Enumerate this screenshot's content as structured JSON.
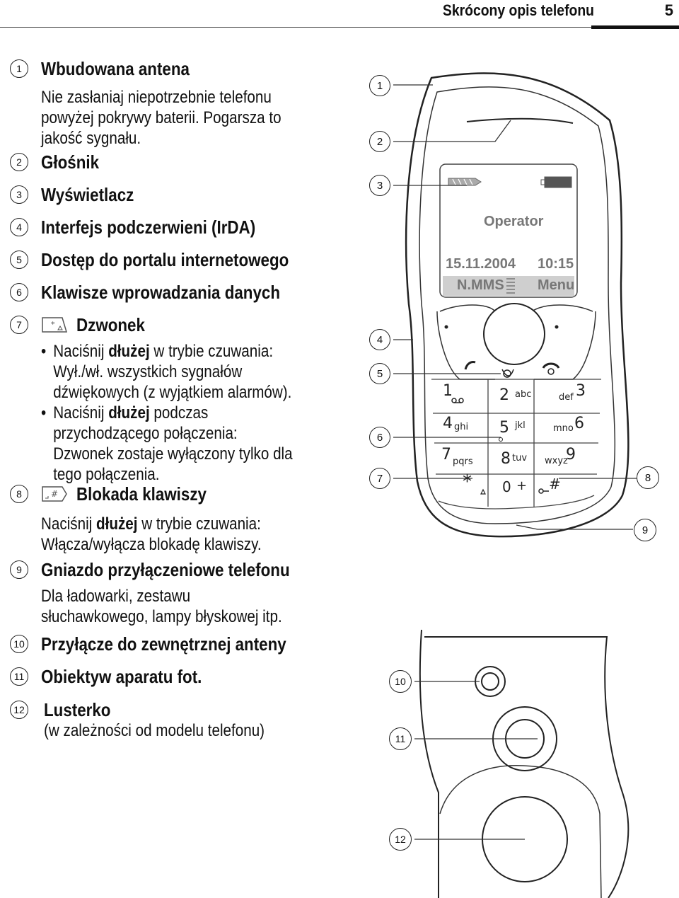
{
  "header": {
    "title": "Skrócony opis telefonu",
    "page_number": "5"
  },
  "items": [
    {
      "num": "1",
      "title": "Wbudowana antena",
      "body": [
        "Nie zasłaniaj niepotrzebnie telefonu",
        "powyżej pokrywy baterii. Pogarsza to",
        "jakość sygnału."
      ]
    },
    {
      "num": "2",
      "title": "Głośnik"
    },
    {
      "num": "3",
      "title": "Wyświetlacz"
    },
    {
      "num": "4",
      "title": "Interfejs podczerwieni (IrDA)"
    },
    {
      "num": "5",
      "title": "Dostęp do portalu internetowego"
    },
    {
      "num": "6",
      "title": "Klawisze wprowadzania danych"
    },
    {
      "num": "7",
      "title": "Dzwonek",
      "icon": "ringer-key-icon",
      "bullets": [
        {
          "lines": [
            {
              "pre": "Naciśnij ",
              "bold": "dłużej",
              "post": " w trybie czuwania:"
            },
            {
              "pre": "Wył./wł. wszystkich sygnałów"
            },
            {
              "pre": "dźwiękowych (z wyjątkiem alarmów)."
            }
          ]
        },
        {
          "lines": [
            {
              "pre": "Naciśnij ",
              "bold": "dłużej",
              "post": " podczas"
            },
            {
              "pre": "przychodzącego połączenia:"
            },
            {
              "pre": "Dzwonek zostaje wyłączony tylko dla"
            },
            {
              "pre": "tego połączenia."
            }
          ]
        }
      ]
    },
    {
      "num": "8",
      "title": "Blokada klawiszy",
      "icon": "hash-key-icon",
      "body_rich": [
        {
          "pre": "Naciśnij ",
          "bold": "dłużej",
          "post": " w trybie czuwania:"
        },
        {
          "pre": "Włącza/wyłącza blokadę klawiszy."
        }
      ]
    },
    {
      "num": "9",
      "title": "Gniazdo przyłączeniowe telefonu",
      "body": [
        "Dla ładowarki, zestawu",
        "słuchawkowego, lampy błyskowej itp."
      ]
    },
    {
      "num": "10",
      "title": "Przyłącze do zewnętrznej anteny"
    },
    {
      "num": "11",
      "title": "Obiektyw aparatu fot."
    },
    {
      "num": "12",
      "title": "Lusterko",
      "body": [
        "(w zależności od modelu telefonu)"
      ]
    }
  ],
  "phone_screen": {
    "operator": "Operator",
    "date": "15.11.2004",
    "time": "10:15",
    "left_softkey": "N.MMS",
    "right_softkey": "Menu"
  },
  "keypad": [
    {
      "digit": "1",
      "letters": ""
    },
    {
      "digit": "2",
      "letters": "abc"
    },
    {
      "digit": "3",
      "letters": "def"
    },
    {
      "digit": "4",
      "letters": "ghi"
    },
    {
      "digit": "5",
      "letters": "jkl"
    },
    {
      "digit": "6",
      "letters": "mno"
    },
    {
      "digit": "7",
      "letters": "pqrs"
    },
    {
      "digit": "8",
      "letters": "tuv"
    },
    {
      "digit": "9",
      "letters": "wxyz"
    },
    {
      "digit": "*",
      "letters": ""
    },
    {
      "digit": "0",
      "letters": "+"
    },
    {
      "digit": "#",
      "letters": ""
    }
  ],
  "figure_callouts": [
    "1",
    "2",
    "3",
    "4",
    "5",
    "6",
    "7",
    "8",
    "9",
    "10",
    "11",
    "12"
  ]
}
